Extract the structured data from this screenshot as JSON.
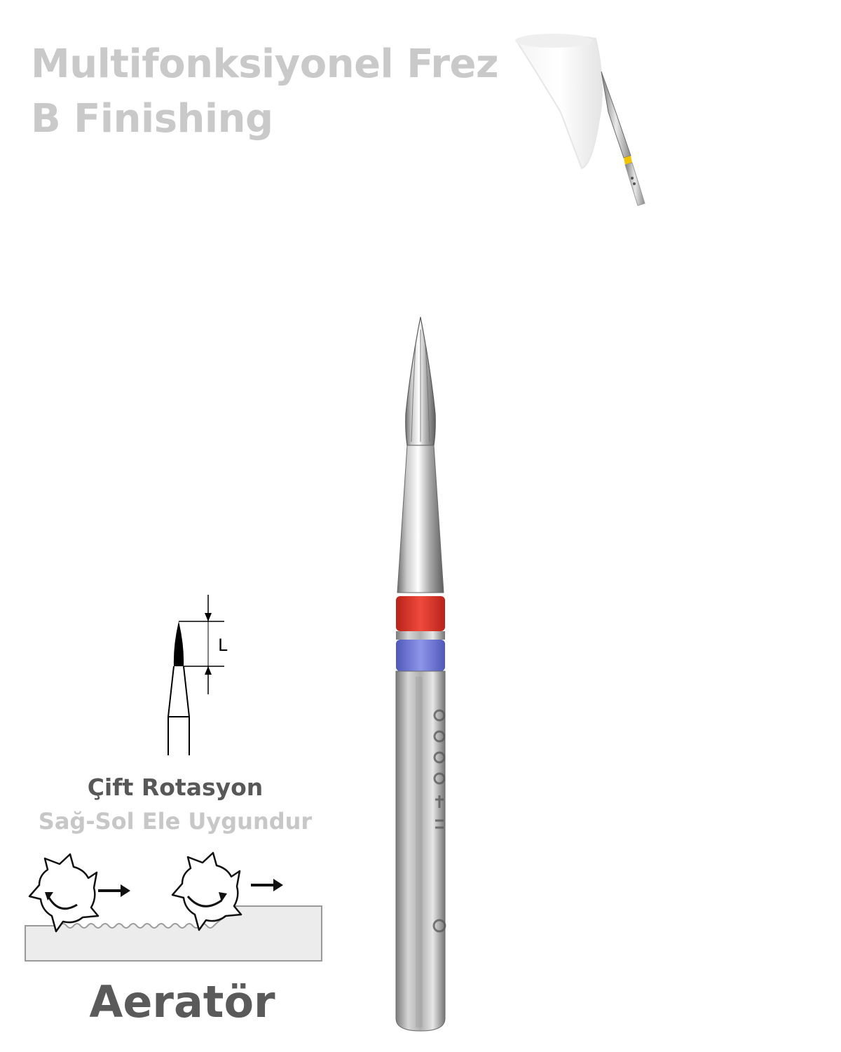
{
  "header": {
    "title_line1": "Multifonksiyonel Frez",
    "title_line2": "B Finishing"
  },
  "dimension": {
    "label": "L"
  },
  "rotation": {
    "title": "Çift Rotasyon",
    "subtitle": "Sağ-Sol Ele Uygundur"
  },
  "machine": {
    "label": "Aeratör"
  },
  "colors": {
    "band_primary": "#e8372b",
    "band_secondary": "#6f78d6",
    "usage_band": "#f2c300",
    "text_dark": "#5a5a5a",
    "text_light": "#c9c9c9"
  },
  "icons": [
    "tooth-illustration-icon",
    "bur-product-image-icon",
    "bur-dimension-diagram-icon",
    "cutter-rotation-icon",
    "arrow-right-icon"
  ]
}
